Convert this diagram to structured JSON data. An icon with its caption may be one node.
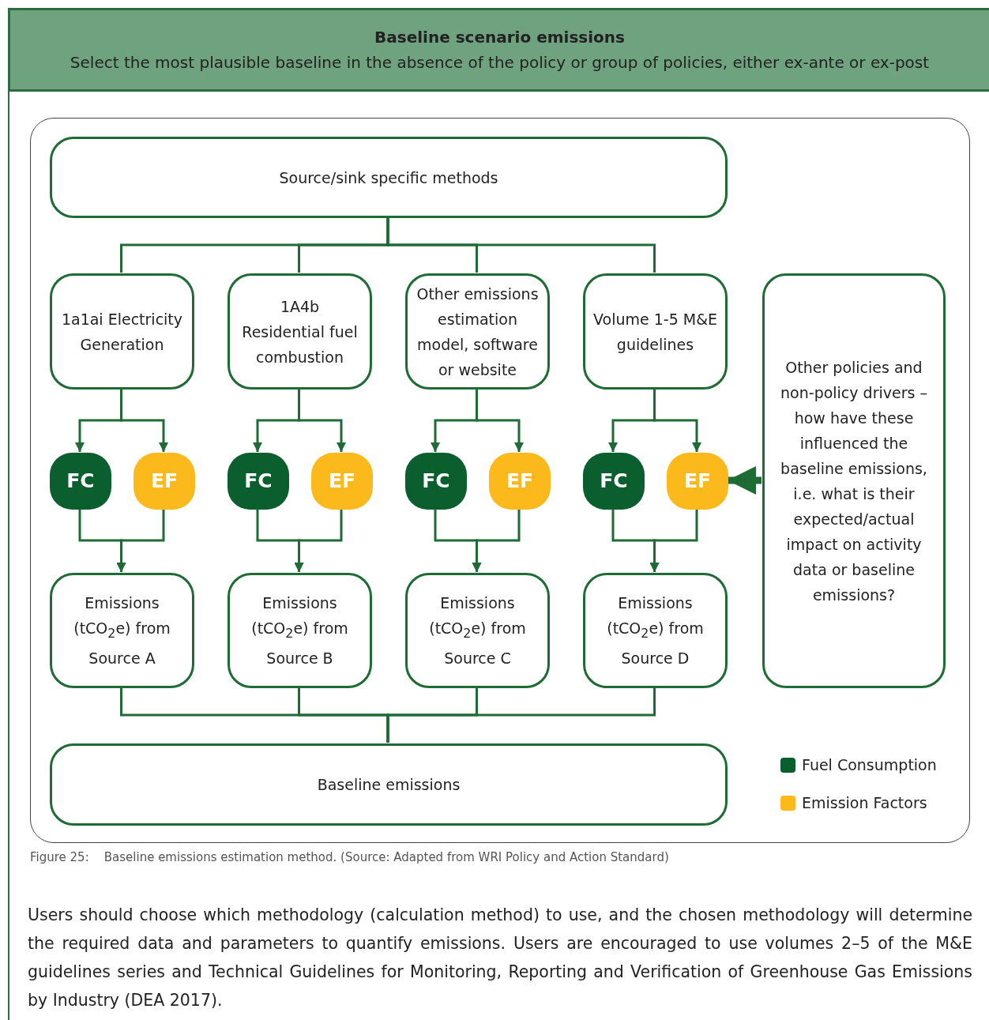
{
  "diagram": {
    "caption": "Figure 25:    Baseline emissions estimation method. (Source: Adapted from WRI Policy and Action Standard)",
    "nodes": [
      {
        "text": [
          "Baseline scenario emissions",
          "Select the most plausible baseline in the absence of the policy or group of policies, either ex-ante or ex-post"
        ]
      },
      {
        "text": [],
        "shape": "box"
      },
      {
        "text": [
          "Source/sink specific methods"
        ],
        "in": 1
      },
      {
        "text": [
          "1a1ai Electricity Generation"
        ],
        "in": 1
      },
      {
        "text": [
          "1A4b",
          "Residential fuel combustion"
        ],
        "in": 1
      },
      {
        "text": [
          "Other emissions estimation model, software or website"
        ],
        "in": 1
      },
      {
        "text": [
          "Volume 1-5 M&E guidelines"
        ],
        "in": 1
      },
      {
        "text": [
          "FC"
        ],
        "in": 1
      },
      {
        "text": [
          "EF"
        ],
        "in": 1
      },
      {
        "text": [
          "FC"
        ],
        "in": 1
      },
      {
        "text": [
          "EF"
        ],
        "in": 1
      },
      {
        "text": [
          "FC"
        ],
        "in": 1
      },
      {
        "text": [
          "EF"
        ],
        "in": 1
      },
      {
        "text": [
          "FC"
        ],
        "in": 1
      },
      {
        "text": [
          "EF"
        ],
        "in": 1
      },
      {
        "text": [
          "Emissions (tCO$_{2}$e) from Source A"
        ],
        "in": 1
      },
      {
        "text": [
          "Emissions (tCO$_{2}$e) from Source B"
        ],
        "in": 1
      },
      {
        "text": [
          "Emissions (tCO$_{2}$e) from Source C"
        ],
        "in": 1
      },
      {
        "text": [
          "Emissions (tCO$_{2}$e) from Source D"
        ],
        "in": 1
      },
      {
        "text": [
          "Other policies and non-policy drivers – how have these influenced the baseline emissions, i.e. what is their expected/actual impact on activity data or baseline emissions?"
        ],
        "in": 1
      },
      {
        "text": [
          "Baseline emissions"
        ],
        "in": 1
      }
    ],
    "edges": [
      {
        "from": 2,
        "to": 3,
        "arrow": "none"
      },
      {
        "from": 2,
        "to": 4,
        "arrow": "none"
      },
      {
        "from": 2,
        "to": 5,
        "arrow": "none"
      },
      {
        "from": 2,
        "to": 6,
        "arrow": "none"
      },
      {
        "from": 3,
        "to": 7,
        "arrow": "to"
      },
      {
        "from": 3,
        "to": 8,
        "arrow": "to"
      },
      {
        "from": 4,
        "to": 9,
        "arrow": "to"
      },
      {
        "from": 4,
        "to": 10,
        "arrow": "to"
      },
      {
        "from": 5,
        "to": 11,
        "arrow": "to"
      },
      {
        "from": 5,
        "to": 12,
        "arrow": "to"
      },
      {
        "from": 6,
        "to": 13,
        "arrow": "to"
      },
      {
        "from": 6,
        "to": 14,
        "arrow": "to"
      },
      {
        "from": 7,
        "to": 15,
        "arrow": "to"
      },
      {
        "from": 8,
        "to": 15,
        "arrow": "to"
      },
      {
        "from": 9,
        "to": 16,
        "arrow": "to"
      },
      {
        "from": 10,
        "to": 16,
        "arrow": "to"
      },
      {
        "from": 11,
        "to": 17,
        "arrow": "to"
      },
      {
        "from": 12,
        "to": 17,
        "arrow": "to"
      },
      {
        "from": 13,
        "to": 18,
        "arrow": "to"
      },
      {
        "from": 14,
        "to": 18,
        "arrow": "to"
      },
      {
        "from": 19,
        "to": 14,
        "arrow": "to",
        "style": "thick"
      },
      {
        "from": 15,
        "to": 20,
        "arrow": "none"
      },
      {
        "from": 16,
        "to": 20,
        "arrow": "none"
      },
      {
        "from": 17,
        "to": 20,
        "arrow": "none"
      },
      {
        "from": 18,
        "to": 20,
        "arrow": "none"
      }
    ],
    "labels": [
      "Users should choose which methodology (calculation method) to use, and the chosen methodology will determine the required data and parameters to quantify emissions. Users are encouraged to use volumes 2–5 of the M&E guidelines series and Technical Guidelines for Monitoring, Reporting and Verification of Greenhouse Gas Emissions by Industry (DEA 2017)."
    ],
    "legend": [
      {
        "text": "Fuel Consumption",
        "color": "#0b5e2e"
      },
      {
        "text": "Emission Factors",
        "color": "#fbb91c"
      }
    ]
  }
}
